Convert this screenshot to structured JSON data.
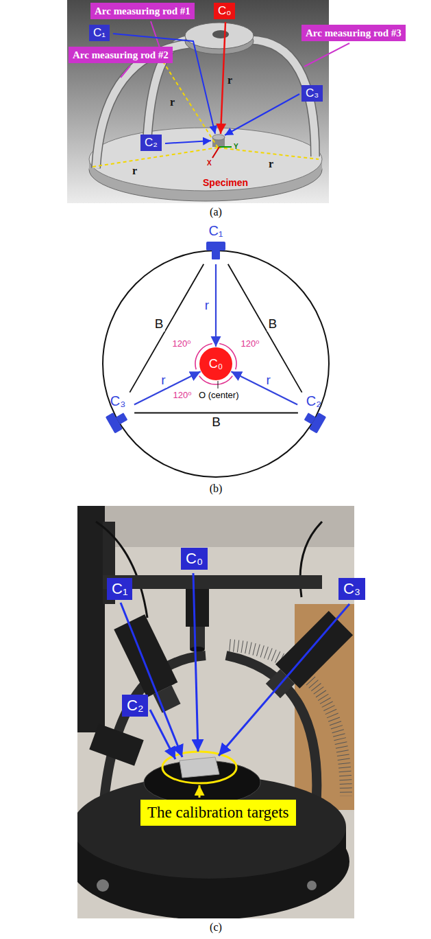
{
  "diagram": {
    "nodes": [
      {
        "text": [
          "Arc measuring rod #1"
        ]
      },
      {
        "text": [
          "C₀"
        ]
      },
      {
        "text": [
          "C₁"
        ]
      },
      {
        "text": [
          "Arc measuring rod #3"
        ]
      },
      {
        "text": [
          "Arc measuring rod #2"
        ]
      },
      {
        "text": [
          "C₃"
        ]
      },
      {
        "text": [
          "C₂"
        ]
      },
      {
        "text": [
          "C₁"
        ]
      },
      {
        "text": [
          "C₀"
        ]
      },
      {
        "text": [
          "C₃"
        ]
      },
      {
        "text": [
          "C₂"
        ]
      },
      {
        "text": [
          "C₀"
        ]
      },
      {
        "text": [
          "C₁"
        ]
      },
      {
        "text": [
          "C₃"
        ]
      },
      {
        "text": [
          "C₂"
        ]
      },
      {
        "text": [
          "The calibration targets"
        ]
      }
    ],
    "edges": [
      {
        "from": 7,
        "to": 8,
        "arrow": "to",
        "label": "r"
      },
      {
        "from": 10,
        "to": 8,
        "arrow": "to",
        "label": "r"
      },
      {
        "from": 9,
        "to": 8,
        "arrow": "to",
        "label": "r"
      },
      {
        "from": 7,
        "to": 10,
        "arrow": "none",
        "label": "B"
      },
      {
        "from": 7,
        "to": 9,
        "arrow": "none",
        "label": "B"
      },
      {
        "from": 9,
        "to": 10,
        "arrow": "none",
        "label": "B"
      }
    ],
    "labels": [
      "Specimen",
      "X",
      "Y",
      "r",
      "r",
      "r",
      "r",
      "(a)",
      "120⁰",
      "120⁰",
      "120⁰",
      "O (center)",
      "(b)",
      "(c)"
    ]
  }
}
